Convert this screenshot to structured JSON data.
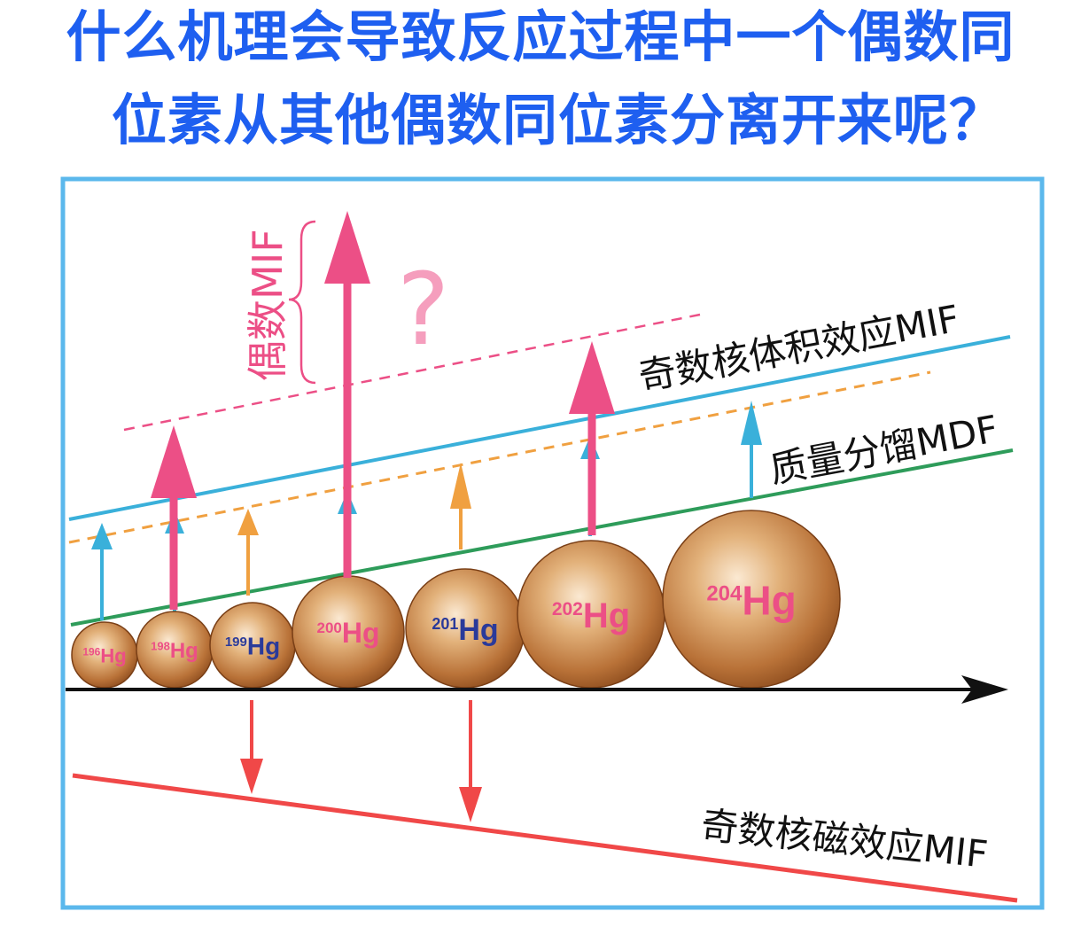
{
  "title": {
    "line1": "什么机理会导致反应过程中一个偶数同",
    "line2": "位素从其他偶数同位素分离开来呢？"
  },
  "labels": {
    "even_mif": "偶数MIF",
    "question_mark": "?",
    "nuclear_volume": "奇数核体积效应MIF",
    "mass_fractionation": "质量分馏MDF",
    "magnetic_effect": "奇数核磁效应MIF"
  },
  "isotopes": [
    {
      "mass": "196",
      "symbol": "Hg",
      "parity": "even"
    },
    {
      "mass": "198",
      "symbol": "Hg",
      "parity": "even"
    },
    {
      "mass": "199",
      "symbol": "Hg",
      "parity": "odd"
    },
    {
      "mass": "200",
      "symbol": "Hg",
      "parity": "even"
    },
    {
      "mass": "201",
      "symbol": "Hg",
      "parity": "odd"
    },
    {
      "mass": "202",
      "symbol": "Hg",
      "parity": "even"
    },
    {
      "mass": "204",
      "symbol": "Hg",
      "parity": "even"
    }
  ],
  "colors": {
    "title": "#1e5ff0",
    "frame": "#5bb8ec",
    "even_mif": "#ec4f86",
    "nuclear_volume": "#3ab0da",
    "mdf_line": "#2e9c5a",
    "dashed_orange": "#f0a040",
    "magnetic": "#f04848",
    "odd_label": "#2a3a9a"
  }
}
